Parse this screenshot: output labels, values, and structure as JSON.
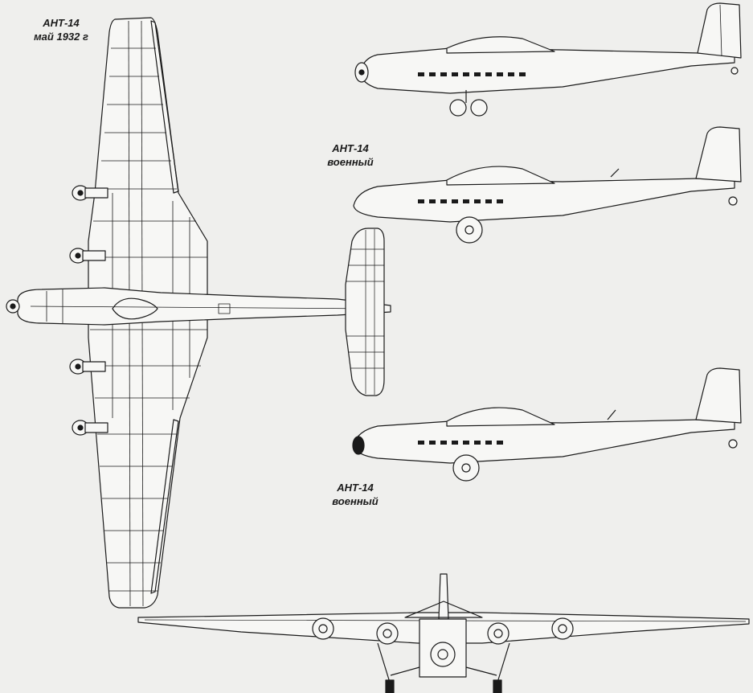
{
  "captions": {
    "plan_view": {
      "line1": "АНТ-14",
      "line2": "май 1932 г"
    },
    "side_view_military_1": {
      "line1": "АНТ-14",
      "line2": "военный"
    },
    "side_view_military_2": {
      "line1": "АНТ-14",
      "line2": "военный"
    }
  },
  "colors": {
    "background": "#efefed",
    "line": "#1a1a1a",
    "fill": "#f7f7f5"
  }
}
